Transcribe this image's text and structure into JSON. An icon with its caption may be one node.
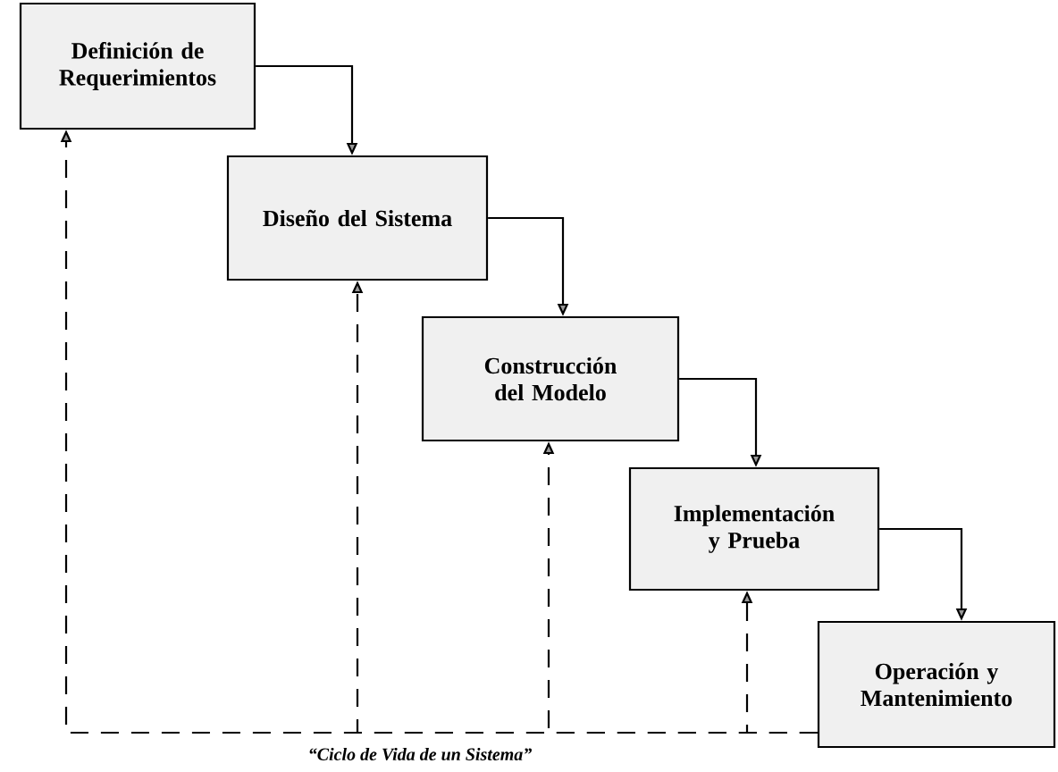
{
  "diagram": {
    "caption": "“Ciclo de Vida de un Sistema”",
    "nodes": [
      {
        "text": [
          "Definición de Requerimientos"
        ]
      },
      {
        "text": [
          "Diseño del Sistema"
        ]
      },
      {
        "text": [
          "Construcción del Modelo"
        ]
      },
      {
        "text": [
          "Implementación y Prueba"
        ]
      },
      {
        "text": [
          "Operación y Mantenimiento"
        ]
      }
    ],
    "edges": [
      {
        "from": 0,
        "to": 1,
        "arrow": "to"
      },
      {
        "from": 1,
        "to": 2,
        "arrow": "to"
      },
      {
        "from": 2,
        "to": 3,
        "arrow": "to"
      },
      {
        "from": 3,
        "to": 4,
        "arrow": "to"
      },
      {
        "from": 4,
        "to": 0,
        "arrow": "to",
        "style": "dashed"
      },
      {
        "from": 4,
        "to": 1,
        "arrow": "to",
        "style": "dashed"
      },
      {
        "from": 4,
        "to": 2,
        "arrow": "to",
        "style": "dashed"
      },
      {
        "from": 4,
        "to": 3,
        "arrow": "to",
        "style": "dashed"
      }
    ]
  }
}
